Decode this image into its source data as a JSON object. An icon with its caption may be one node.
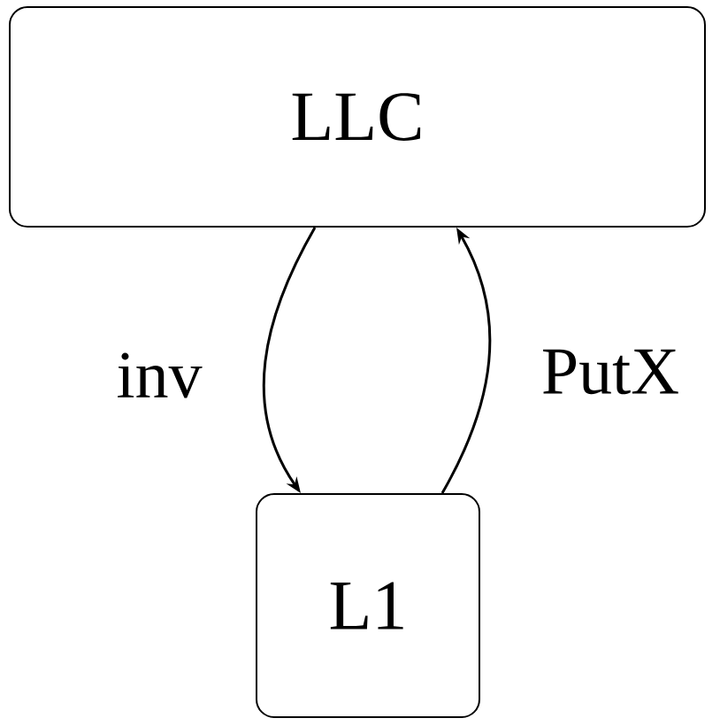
{
  "diagram": {
    "nodes": [
      {
        "text": [
          "LLC"
        ]
      },
      {
        "text": [
          "L1"
        ]
      }
    ],
    "edges": [
      {
        "from": 0,
        "to": 1,
        "arrow": "to",
        "label": "inv"
      },
      {
        "from": 1,
        "to": 0,
        "arrow": "to",
        "label": "PutX"
      }
    ]
  }
}
